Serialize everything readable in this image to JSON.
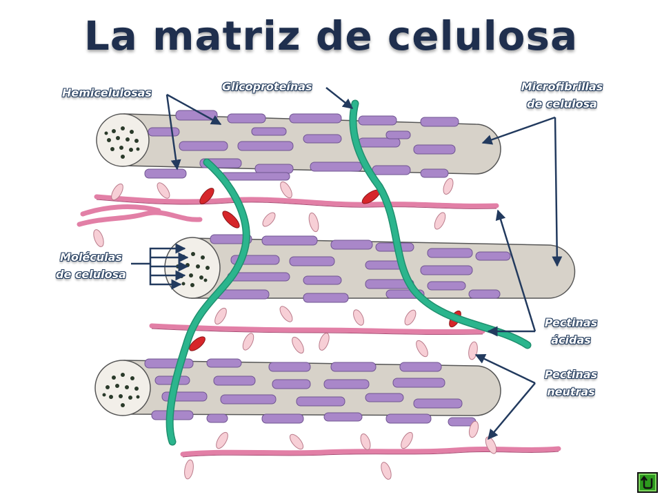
{
  "title": "La matriz de celulosa",
  "labels": {
    "hemicelulosas": "Hemicelulosas",
    "glicoproteinas": "Glicoproteínas",
    "microfibrillas": [
      "Microfibrillas",
      "de celulosa"
    ],
    "moleculas": [
      "Moléculas",
      "de celulosa"
    ],
    "pectinas_acidas": [
      "Pectinas",
      "ácidas"
    ],
    "pectinas_neutras": [
      "Pectinas",
      "neutras"
    ]
  },
  "colors": {
    "fibril": "#d7d2c9",
    "hemicellulose": "#a987c9",
    "glycoprotein": "#2bb58d",
    "acid_pectin": "#e27fa6",
    "neutral_pectin": "#f7cfd6",
    "red_link": "#d6262a",
    "arrow": "#223a5e",
    "return_button": "#2d9a1e"
  },
  "icons": {
    "return": "return-arrow-icon"
  }
}
